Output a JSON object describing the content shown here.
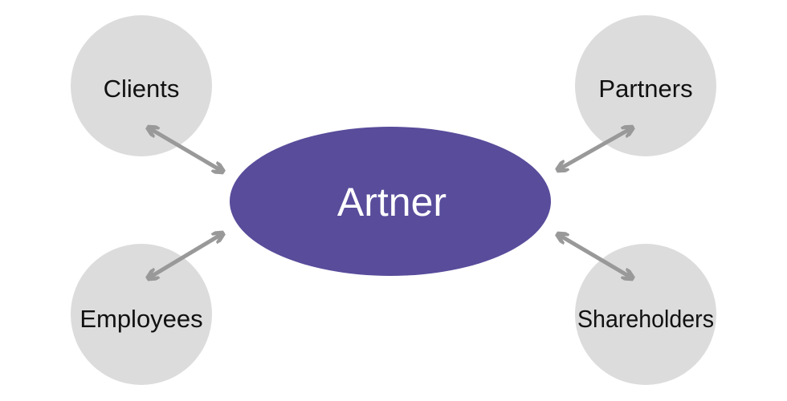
{
  "center": {
    "label": "Artner"
  },
  "nodes": [
    {
      "id": "clients",
      "label": "Clients"
    },
    {
      "id": "partners",
      "label": "Partners"
    },
    {
      "id": "employees",
      "label": "Employees"
    },
    {
      "id": "shareholders",
      "label": "Shareholders"
    }
  ],
  "colors": {
    "center_fill": "#584c9b",
    "node_fill": "#dcdcdc",
    "arrow": "#999999",
    "center_text": "#ffffff",
    "node_text": "#111111"
  }
}
